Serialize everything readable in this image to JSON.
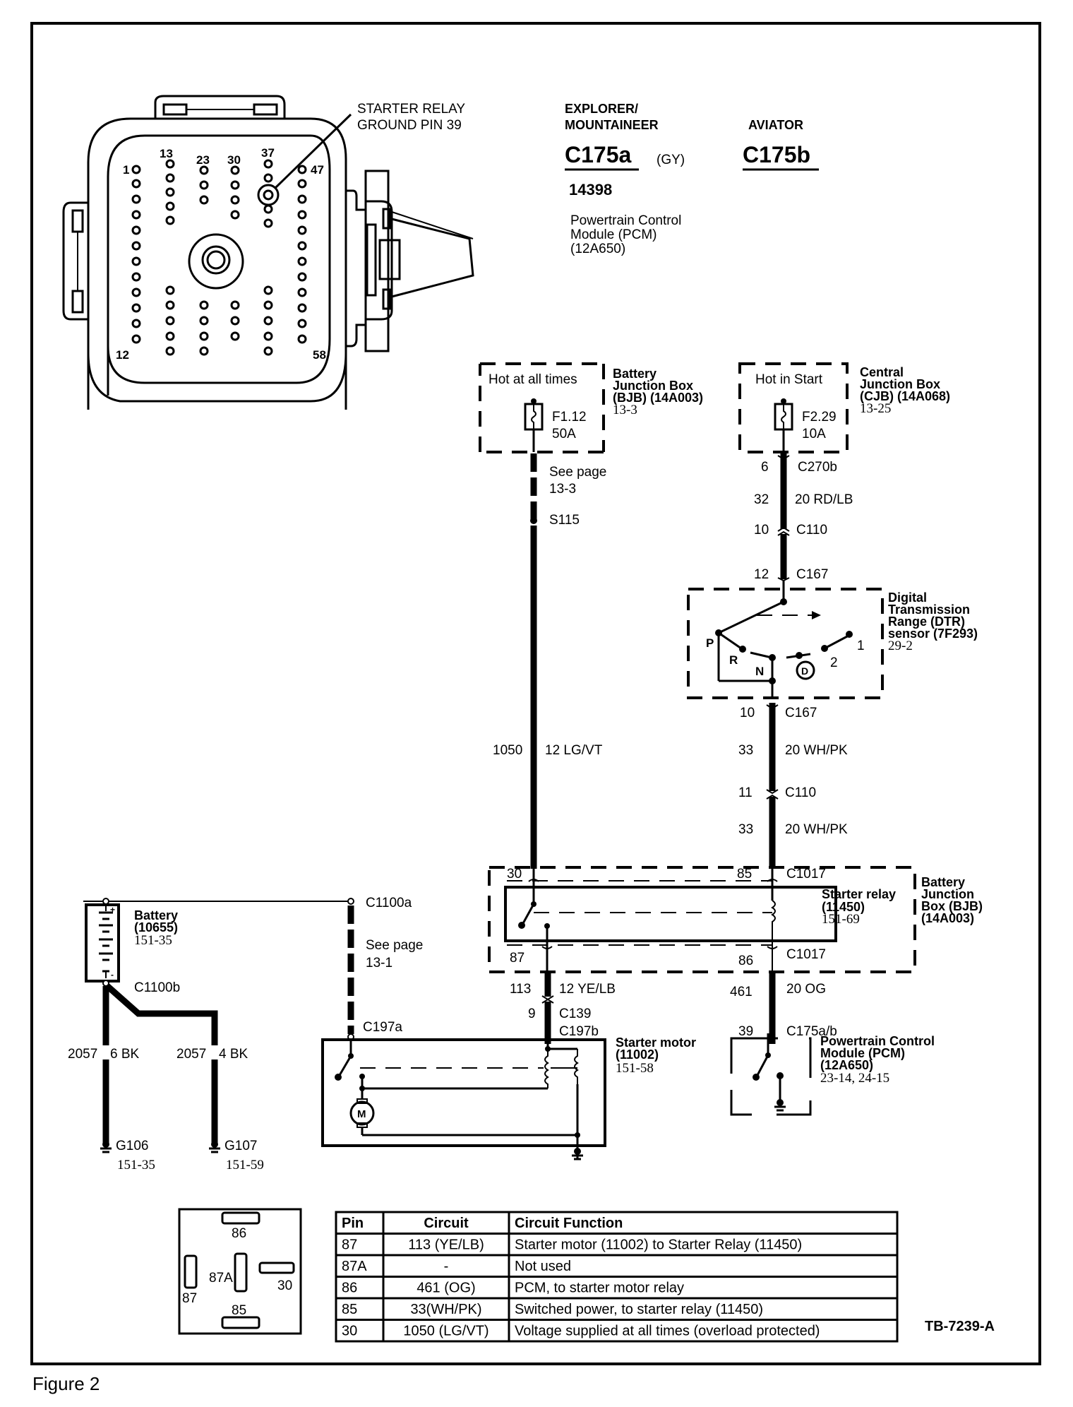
{
  "figure_caption": "Figure 2",
  "drawing_id": "TB-7239-A",
  "connector": {
    "callout": [
      "STARTER RELAY",
      "GROUND PIN 39"
    ],
    "pin_labels": {
      "p1": "1",
      "p13": "13",
      "p23": "23",
      "p30": "30",
      "p37": "37",
      "p47": "47",
      "p12": "12",
      "p58": "58"
    },
    "highlighted_pin": "39"
  },
  "header": {
    "explorer_title": [
      "EXPLORER/",
      "MOUNTAINEER"
    ],
    "explorer_connector": "C175a",
    "explorer_color": "(GY)",
    "part_number": "14398",
    "module_name": [
      "Powertrain Control",
      "Module (PCM)",
      "(12A650)"
    ],
    "aviator_title": "AVIATOR",
    "aviator_connector": "C175b"
  },
  "bjb_fuse_box": {
    "caption": "Hot at all times",
    "fuse_id": "F1.12",
    "fuse_rating": "50A",
    "title": [
      "Battery",
      "Junction Box",
      "(BJB) (14A003)"
    ],
    "page_ref": "13-3"
  },
  "cjb_fuse_box": {
    "caption": "Hot in Start",
    "fuse_id": "F2.29",
    "fuse_rating": "10A",
    "title": [
      "Central",
      "Junction Box",
      "(CJB) (14A068)"
    ],
    "page_ref": "13-25"
  },
  "left_wire": {
    "see_page": [
      "See page",
      "13-3"
    ],
    "splice": "S115",
    "circuit": "1050",
    "gauge_color": "12 LG/VT"
  },
  "right_wire": {
    "segments": [
      {
        "pin": "6",
        "label": "C270b"
      },
      {
        "pin": "32",
        "label": "20 RD/LB"
      },
      {
        "pin": "10",
        "label": "C110"
      },
      {
        "pin": "12",
        "label": "C167"
      },
      {
        "pin": "10",
        "label": "C167"
      },
      {
        "pin": "33",
        "label": "20 WH/PK"
      },
      {
        "pin": "11",
        "label": "C110"
      },
      {
        "pin": "33",
        "label": "20 WH/PK"
      }
    ]
  },
  "dtr_sensor": {
    "title": [
      "Digital",
      "Transmission",
      "Range (DTR)",
      "sensor (7F293)"
    ],
    "page_ref": "29-2",
    "positions": [
      "P",
      "R",
      "N",
      "D",
      "2",
      "1"
    ]
  },
  "starter_relay": {
    "pins": {
      "p30": "30",
      "p85": "85",
      "p87": "87",
      "p86": "86"
    },
    "connector_top": "C1017",
    "connector_bottom": "C1017",
    "title": [
      "Starter relay",
      "(11450)"
    ],
    "page_ref": "151-69",
    "box_title": [
      "Battery",
      "Junction",
      "Box (BJB)",
      "(14A003)"
    ]
  },
  "lower_wires": {
    "left": {
      "circuit": "113",
      "gauge_color": "12 YE/LB",
      "pin": "9",
      "conn1": "C139",
      "conn2": "C197b"
    },
    "right": {
      "circuit": "461",
      "gauge_color": "20 OG",
      "pin": "39",
      "conn": "C175a/b"
    }
  },
  "battery": {
    "title": [
      "Battery",
      "(10655)"
    ],
    "page_ref": "151-35",
    "pos_connector": "C1100a",
    "neg_connector": "C1100b",
    "see_page": [
      "See page",
      "13-1"
    ],
    "motor_connector": "C197a",
    "ground_wires": [
      {
        "circuit": "2057",
        "gauge_color": "6 BK",
        "ground": "G106",
        "page_ref": "151-35"
      },
      {
        "circuit": "2057",
        "gauge_color": "4 BK",
        "ground": "G107",
        "page_ref": "151-59"
      }
    ]
  },
  "starter_motor": {
    "title": [
      "Starter motor",
      "(11002)"
    ],
    "page_ref": "151-58",
    "motor_symbol": "M"
  },
  "pcm": {
    "title": [
      "Powertrain Control",
      "Module (PCM)",
      "(12A650)"
    ],
    "page_ref": "23-14, 24-15"
  },
  "relay_pinout": {
    "labels": {
      "p86": "86",
      "p87a": "87A",
      "p30": "30",
      "p87": "87",
      "p85": "85"
    }
  },
  "pin_table": {
    "headers": [
      "Pin",
      "Circuit",
      "Circuit Function"
    ],
    "rows": [
      [
        "87",
        "113 (YE/LB)",
        "Starter motor (11002) to Starter Relay (11450)"
      ],
      [
        "87A",
        "-",
        "Not used"
      ],
      [
        "86",
        "461 (OG)",
        "PCM, to starter motor relay"
      ],
      [
        "85",
        "33(WH/PK)",
        "Switched power, to starter relay (11450)"
      ],
      [
        "30",
        "1050 (LG/VT)",
        "Voltage supplied at all times (overload protected)"
      ]
    ]
  }
}
